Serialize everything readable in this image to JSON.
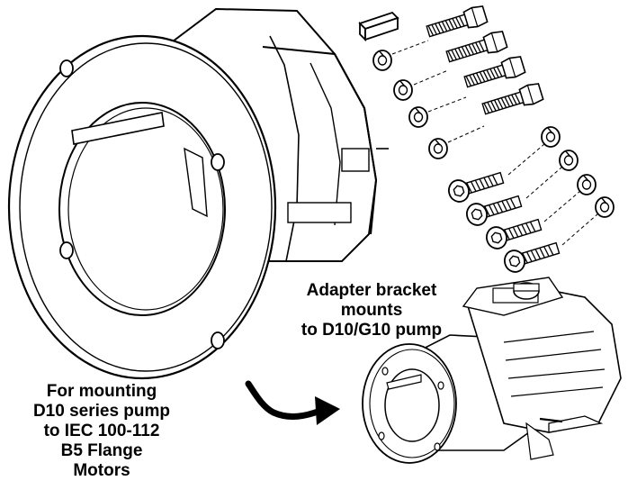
{
  "captions": {
    "adapter": [
      "Adapter bracket",
      "mounts",
      "to D10/G10 pump"
    ],
    "mounting": [
      "For mounting",
      "D10 series pump",
      "to IEC 100-112",
      "B5 Flange",
      "Motors"
    ]
  },
  "colors": {
    "line": "#000000",
    "fill": "#ffffff",
    "shade": "#d9d9d9"
  },
  "icons": {
    "arrow": "curved-arrow-right-icon"
  }
}
